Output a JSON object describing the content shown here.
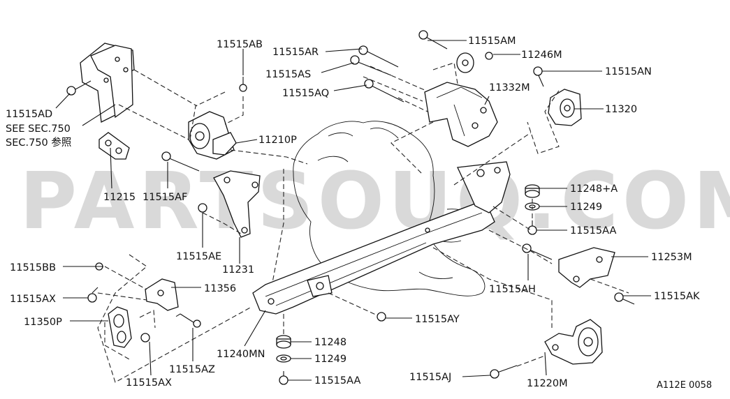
{
  "watermark": "PARTSOUQ.COM",
  "diagram_code": "A112E 0058",
  "callouts": [
    {
      "id": "11515AD",
      "text": "11515AD"
    },
    {
      "id": "see-sec-750",
      "text": "SEE SEC.750"
    },
    {
      "id": "sec-750-ref",
      "text": "SEC.750 参照"
    },
    {
      "id": "11215",
      "text": "11215"
    },
    {
      "id": "11515AB",
      "text": "11515AB"
    },
    {
      "id": "11210P",
      "text": "11210P"
    },
    {
      "id": "11515AF",
      "text": "11515AF"
    },
    {
      "id": "11515AE",
      "text": "11515AE"
    },
    {
      "id": "11231",
      "text": "11231"
    },
    {
      "id": "11515AR",
      "text": "11515AR"
    },
    {
      "id": "11515AS",
      "text": "11515AS"
    },
    {
      "id": "11515AQ",
      "text": "11515AQ"
    },
    {
      "id": "11515AM",
      "text": "11515AM"
    },
    {
      "id": "11246M",
      "text": "11246M"
    },
    {
      "id": "11515AN",
      "text": "11515AN"
    },
    {
      "id": "11332M",
      "text": "11332M"
    },
    {
      "id": "11320",
      "text": "11320"
    },
    {
      "id": "11248A",
      "text": "11248+A"
    },
    {
      "id": "11249-top",
      "text": "11249"
    },
    {
      "id": "11515AA-top",
      "text": "11515AA"
    },
    {
      "id": "11253M",
      "text": "11253M"
    },
    {
      "id": "11515AH",
      "text": "11515AH"
    },
    {
      "id": "11515AK",
      "text": "11515AK"
    },
    {
      "id": "11515BB",
      "text": "11515BB"
    },
    {
      "id": "11515AX-top",
      "text": "11515AX"
    },
    {
      "id": "11356",
      "text": "11356"
    },
    {
      "id": "11350P",
      "text": "11350P"
    },
    {
      "id": "11515AZ",
      "text": "11515AZ"
    },
    {
      "id": "11515AX-bottom",
      "text": "11515AX"
    },
    {
      "id": "11240MN",
      "text": "11240MN"
    },
    {
      "id": "11515AY",
      "text": "11515AY"
    },
    {
      "id": "11248",
      "text": "11248"
    },
    {
      "id": "11249-bottom",
      "text": "11249"
    },
    {
      "id": "11515AA-bottom",
      "text": "11515AA"
    },
    {
      "id": "11515AJ",
      "text": "11515AJ"
    },
    {
      "id": "11220M",
      "text": "11220M"
    }
  ]
}
